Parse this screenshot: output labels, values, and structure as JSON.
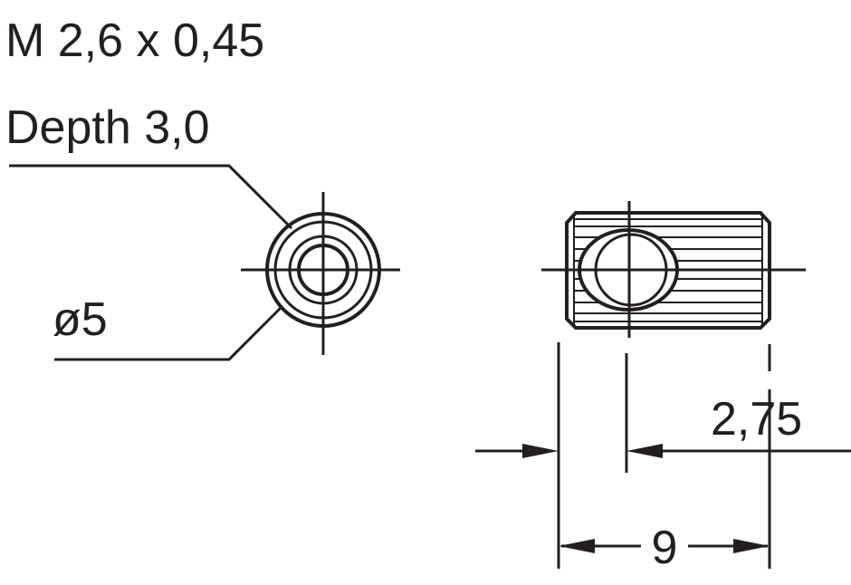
{
  "labels": {
    "thread": "M 2,6 x 0,45",
    "depth": "Depth 3,0",
    "diameter": "ø5",
    "offset": "2,75",
    "length": "9"
  },
  "colors": {
    "ink": "#231f20",
    "background": "#ffffff"
  }
}
